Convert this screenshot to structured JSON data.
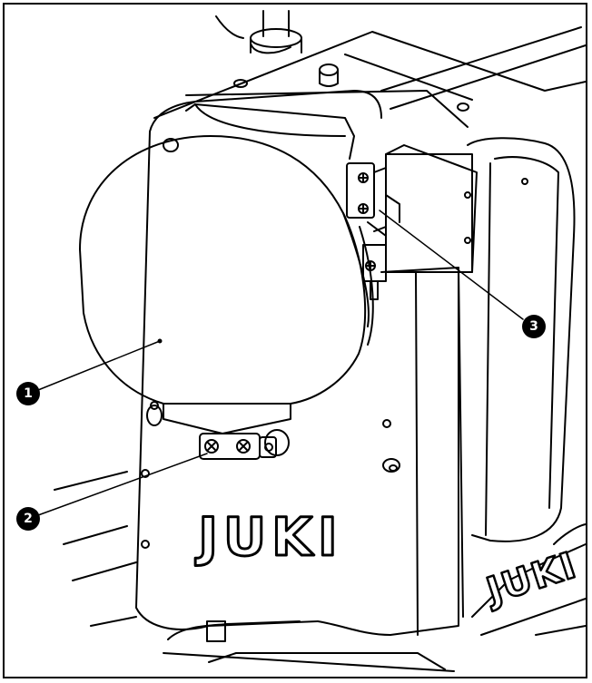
{
  "illustration": {
    "subject": "sewing-machine-head",
    "logo_main": "JUKI",
    "logo_side": "JUKI"
  },
  "callouts": [
    {
      "id": "1",
      "label": "1",
      "target": "face-cover"
    },
    {
      "id": "2",
      "label": "2",
      "target": "cover-screw"
    },
    {
      "id": "3",
      "label": "3",
      "target": "bracket-screw"
    }
  ],
  "colors": {
    "ink": "#000000",
    "paper": "#ffffff"
  }
}
